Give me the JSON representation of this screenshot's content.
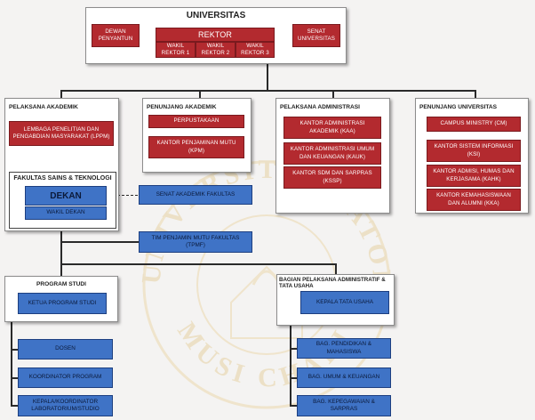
{
  "top": {
    "title": "UNIVERSITAS",
    "dewan": "DEWAN PENYANTUN",
    "senat": "SENAT UNIVERSITAS",
    "rektor": "REKTOR",
    "wakil": [
      "WAKIL REKTOR 1",
      "WAKIL REKTOR 2",
      "WAKIL REKTOR 3"
    ]
  },
  "pelaksana_akademik": {
    "title": "PELAKSANA AKADEMIK",
    "lppm": "LEMBAGA PENELITIAN DAN PENGABDIAN MASYARAKAT (LPPM)",
    "fakultas": "FAKULTAS SAINS & TEKNOLOGI",
    "dekan": "DEKAN",
    "wakil_dekan": "WAKIL DEKAN"
  },
  "penunjang_akademik": {
    "title": "PENUNJANG AKADEMIK",
    "items": [
      "PERPUSTAKAAN",
      "KANTOR PENJAMINAN MUTU (KPM)"
    ]
  },
  "pelaksana_administrasi": {
    "title": "PELAKSANA ADMINISTRASI",
    "items": [
      "KANTOR ADMINISTRASI AKADEMIK (KAA)",
      "KANTOR ADMINISTRASI UMUM DAN KEUANGAN (KAUK)",
      "KANTOR SDM DAN SARPRAS (KSSP)"
    ]
  },
  "penunjang_universitas": {
    "title": "PENUNJANG UNIVERSITAS",
    "items": [
      "CAMPUS MINISTRY (CM)",
      "KANTOR SISTEM INFORMASI (KSI)",
      "KANTOR ADMISI, HUMAS DAN KERJASAMA (KAHK)",
      "KANTOR KEMAHASISWAAN DAN ALUMNI (KKA)"
    ]
  },
  "senat_fakultas": "SENAT AKADEMIK FAKULTAS",
  "tpmf": "TIM PENJAMIN MUTU FAKULTAS (TPMF)",
  "program_studi": {
    "title": "PROGRAM STUDI",
    "ketua": "KETUA PROGRAM STUDI",
    "items": [
      "DOSEN",
      "KOORDINATOR PROGRAM",
      "KEPALA/KOORDINATOR LABORATORIUM/STUDIO"
    ]
  },
  "tata_usaha": {
    "title": "BAGIAN PELAKSANA ADMINISTRATIF & TATA USAHA",
    "kepala": "KEPALA TATA USAHA",
    "items": [
      "BAG. PENDIDIKAN & MAHASISWA",
      "BAG. UMUM & KEUANGAN",
      "BAG. KEPEGAWAIAN & SARPRAS"
    ]
  },
  "watermark": {
    "arc_top": "UNIVERSITAS KATOLIK",
    "arc_bottom": "MUSI CHARITAS"
  },
  "colors": {
    "red_box": "#b32a2f",
    "blue_box": "#3f73c6",
    "panel": "#ffffff",
    "background": "#f4f3f2"
  }
}
